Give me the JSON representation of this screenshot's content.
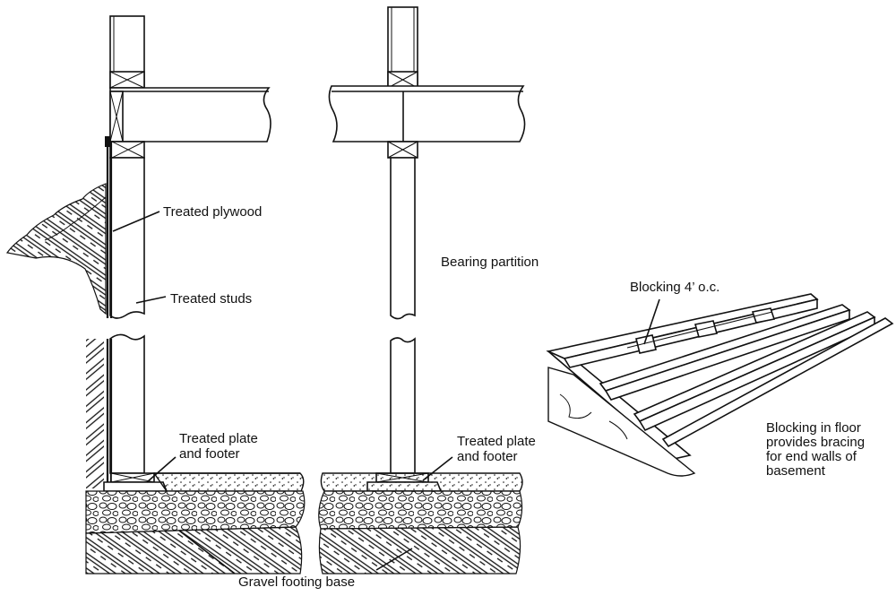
{
  "labels": {
    "treated_plywood": "Treated plywood",
    "treated_studs": "Treated studs",
    "bearing_partition": "Bearing partition",
    "treated_plate_left_1": "Treated plate",
    "treated_plate_left_2": "and footer",
    "treated_plate_right_1": "Treated plate",
    "treated_plate_right_2": "and footer",
    "gravel_footing_base": "Gravel footing base",
    "blocking_oc": "Blocking 4’ o.c.",
    "caption_1": "Blocking in floor",
    "caption_2": "provides bracing",
    "caption_3": "for end walls of",
    "caption_4": "basement"
  },
  "colors": {
    "ink": "#111111",
    "paper": "#ffffff"
  }
}
